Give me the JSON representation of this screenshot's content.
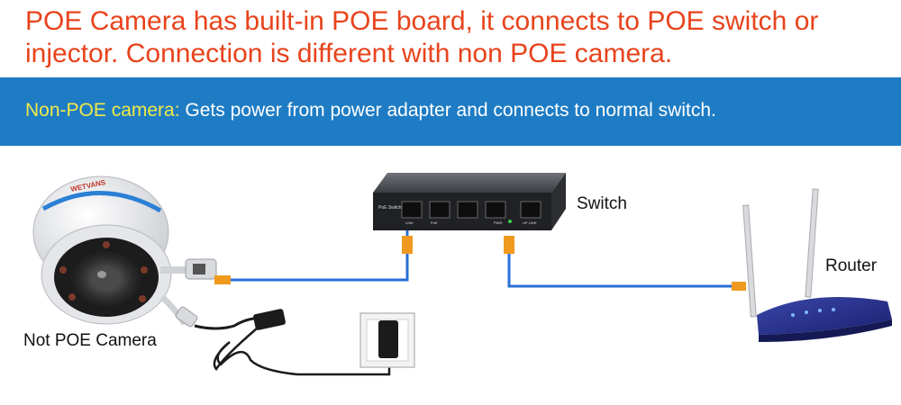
{
  "header": {
    "text": "POE Camera has built-in POE board, it connects to POE switch or injector. Connection is different with non POE camera."
  },
  "banner": {
    "highlight": "Non-POE camera:",
    "text": " Gets power from power adapter and connects to normal switch."
  },
  "labels": {
    "camera": "Not POE Camera",
    "switch": "Switch",
    "router": "Router"
  },
  "switch_face": {
    "brand": "PoE Switch",
    "link_label": "LINK",
    "poe_label": "PoE",
    "pwr_label": "PWR",
    "uplink_label": "UP LINK"
  },
  "camera_brand": "WETVANS",
  "colors": {
    "headline": "#e8431c",
    "banner": "#1e7cc4",
    "highlight": "#f0e84a",
    "cable": "#2a6fd6"
  }
}
